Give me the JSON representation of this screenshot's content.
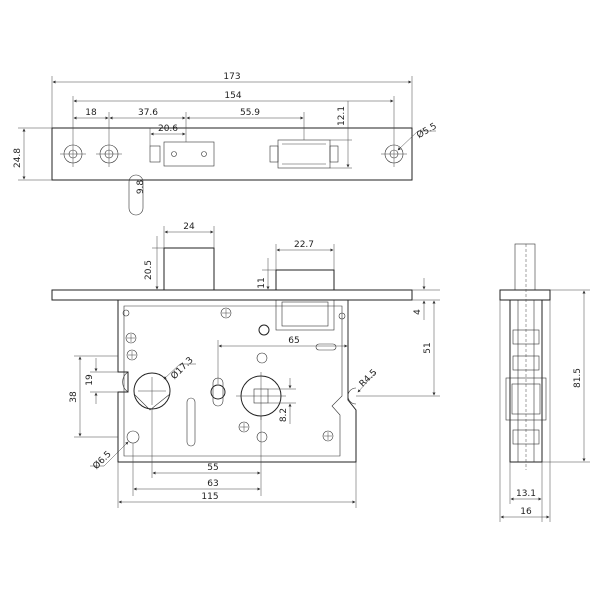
{
  "diagram": {
    "top_view": {
      "overall_length": "173",
      "hole_span": "154",
      "dim_a": "18",
      "dim_b": "37.6",
      "dim_c": "20.6",
      "dim_d": "55.9",
      "height": "24.8",
      "slot_height": "12.1",
      "hole_dia": "Ø5.5",
      "slot_width": "9.8"
    },
    "front_view": {
      "latch_width": "24",
      "latch_proj": "20.5",
      "bolt_width": "22.7",
      "bolt_proj": "11",
      "plate_thick": "4",
      "spindle_offset": "51",
      "spindle_hole": "Ø17.3",
      "dim_65": "65",
      "dim_19": "19",
      "dim_38": "38",
      "radius": "R4.5",
      "square": "8.2",
      "hole_dia": "Ø6.5",
      "dim_55": "55",
      "dim_63": "63",
      "body_width": "115"
    },
    "side_view": {
      "height": "81.5",
      "body_depth": "13.1",
      "total_depth": "16"
    }
  }
}
